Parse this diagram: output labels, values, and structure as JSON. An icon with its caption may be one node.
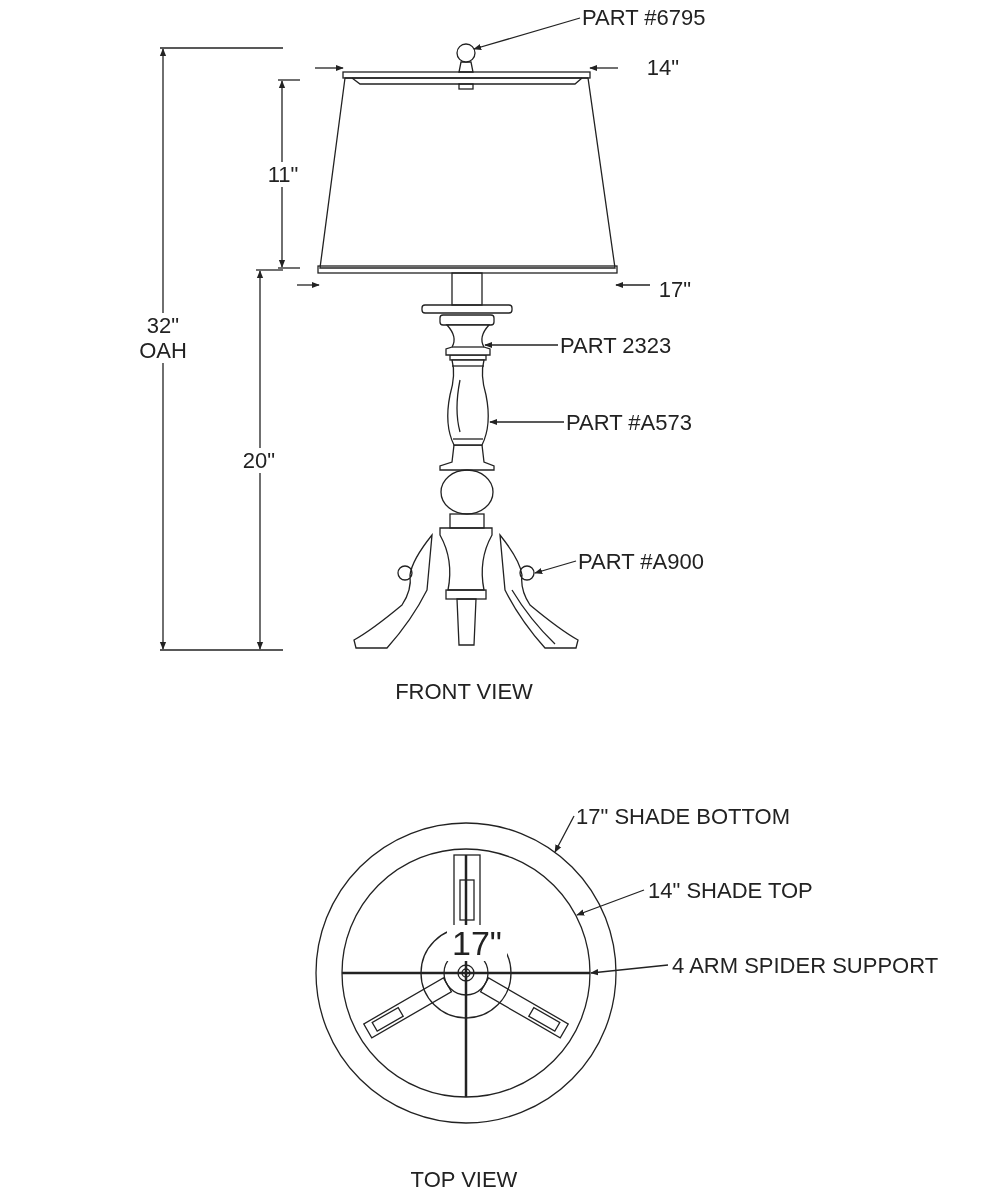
{
  "diagram": {
    "nodes": [
      {
        "text": [
          "PART #6795"
        ]
      },
      {
        "text": [],
        "shape": "circle"
      },
      {
        "text": [
          "PART 2323"
        ]
      },
      {
        "text": [],
        "shape": "picture"
      },
      {
        "text": [
          "PART #A573"
        ]
      },
      {
        "text": [],
        "shape": "picture"
      },
      {
        "text": [
          "PART #A900"
        ]
      },
      {
        "text": [],
        "shape": "picture"
      },
      {
        "text": [
          "17\" SHADE BOTTOM"
        ]
      },
      {
        "text": [],
        "shape": "circle"
      },
      {
        "text": [
          "14\" SHADE TOP"
        ]
      },
      {
        "text": [],
        "shape": "circle",
        "in": 9
      },
      {
        "text": [
          "4 ARM SPIDER SUPPORT"
        ]
      },
      {
        "text": [],
        "shape": "picture",
        "in": 11
      }
    ],
    "edges": [
      {
        "from": 0,
        "to": 1,
        "arrow": "to"
      },
      {
        "from": 2,
        "to": 3,
        "arrow": "to"
      },
      {
        "from": 4,
        "to": 5,
        "arrow": "to"
      },
      {
        "from": 6,
        "to": 7,
        "arrow": "to"
      },
      {
        "from": 8,
        "to": 9,
        "arrow": "to"
      },
      {
        "from": 10,
        "to": 11,
        "arrow": "to"
      },
      {
        "from": 12,
        "to": 13,
        "arrow": "to"
      }
    ],
    "labels": [
      "14\"",
      "11\"",
      "32\" OAH",
      "17\"",
      "20\"",
      "FRONT VIEW",
      "17\"",
      "TOP VIEW"
    ]
  }
}
